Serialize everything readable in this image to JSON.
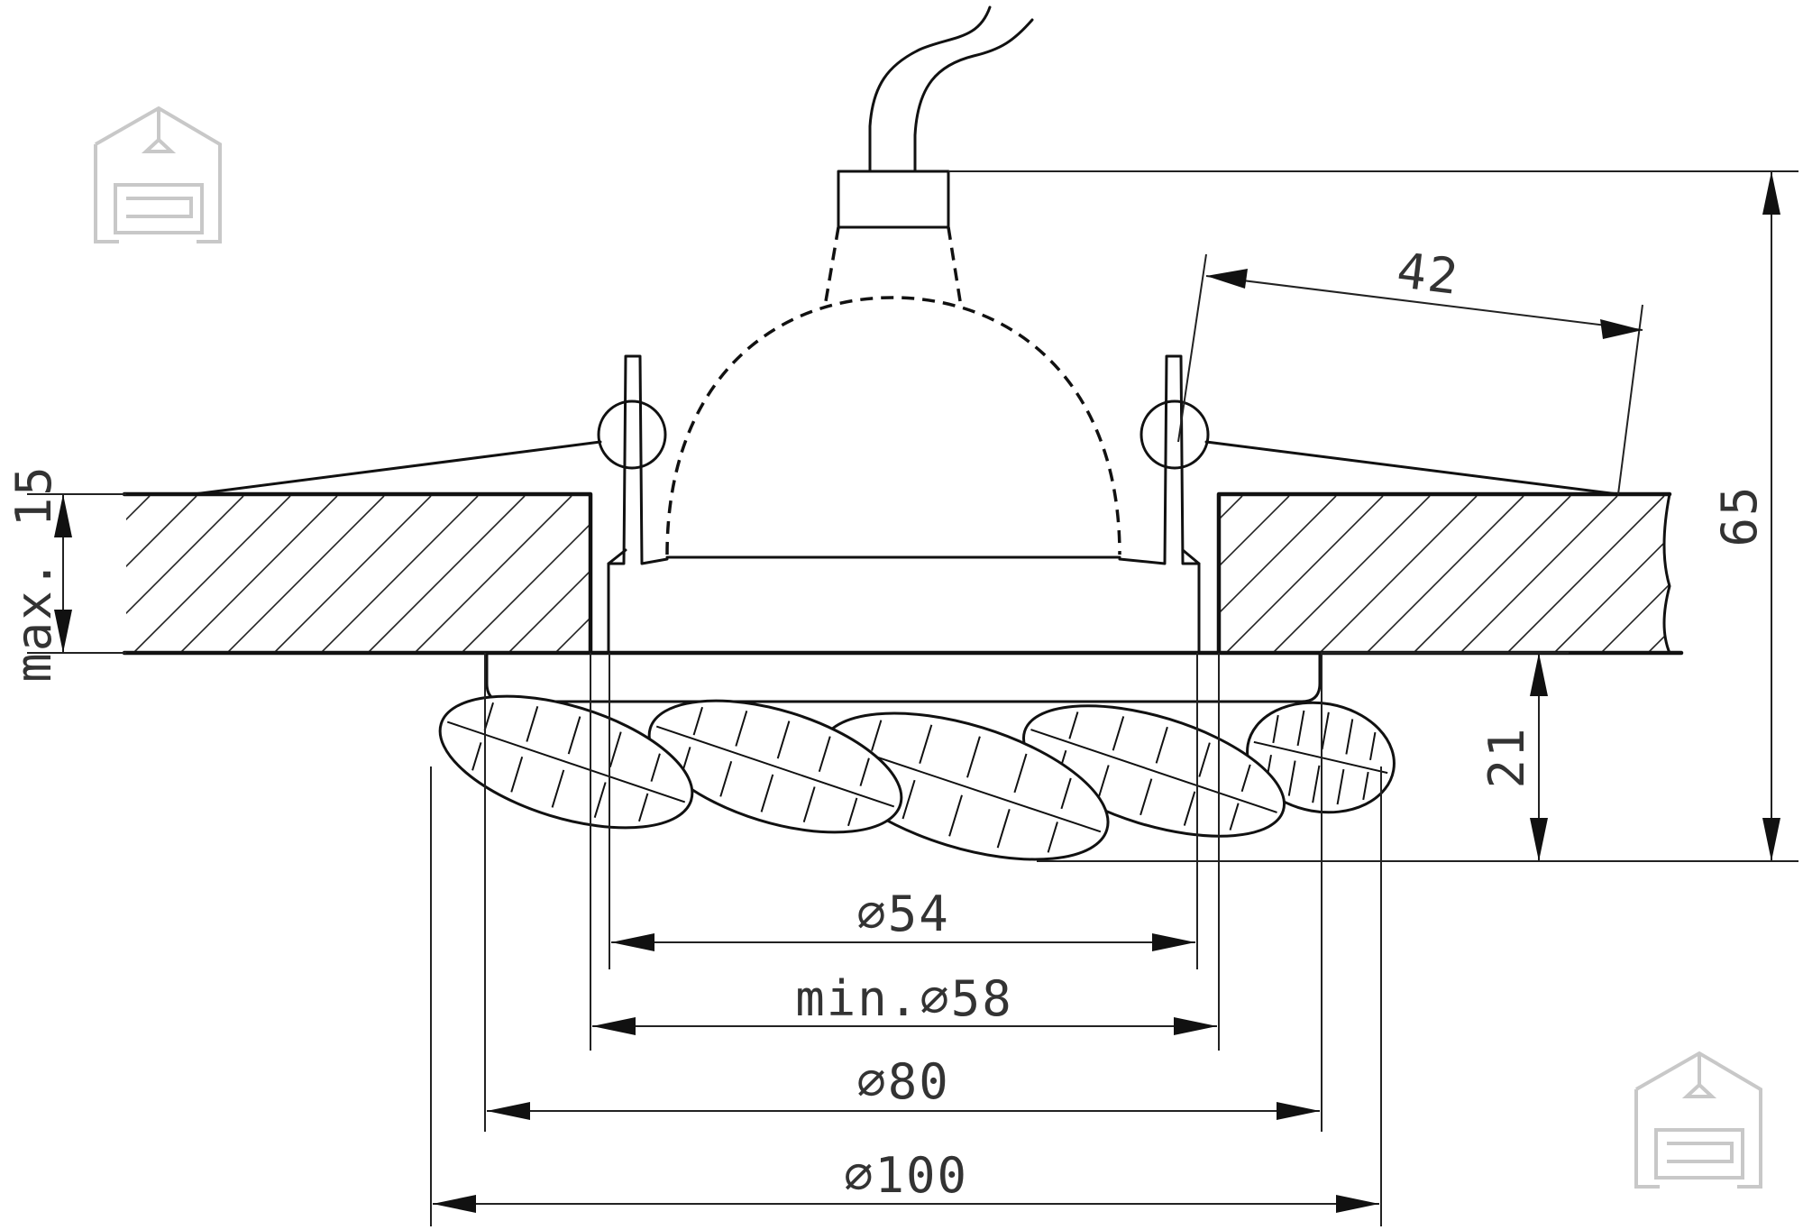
{
  "dimensions": {
    "height_total": "65",
    "cable_offset": "42",
    "ceiling_thickness": "max. 15",
    "visible_height": "21",
    "d_inner": "⌀54",
    "cutout": "min.⌀58",
    "d_ring": "⌀80",
    "d_outer": "⌀100"
  },
  "logo_icon": "house-sofa-icon"
}
